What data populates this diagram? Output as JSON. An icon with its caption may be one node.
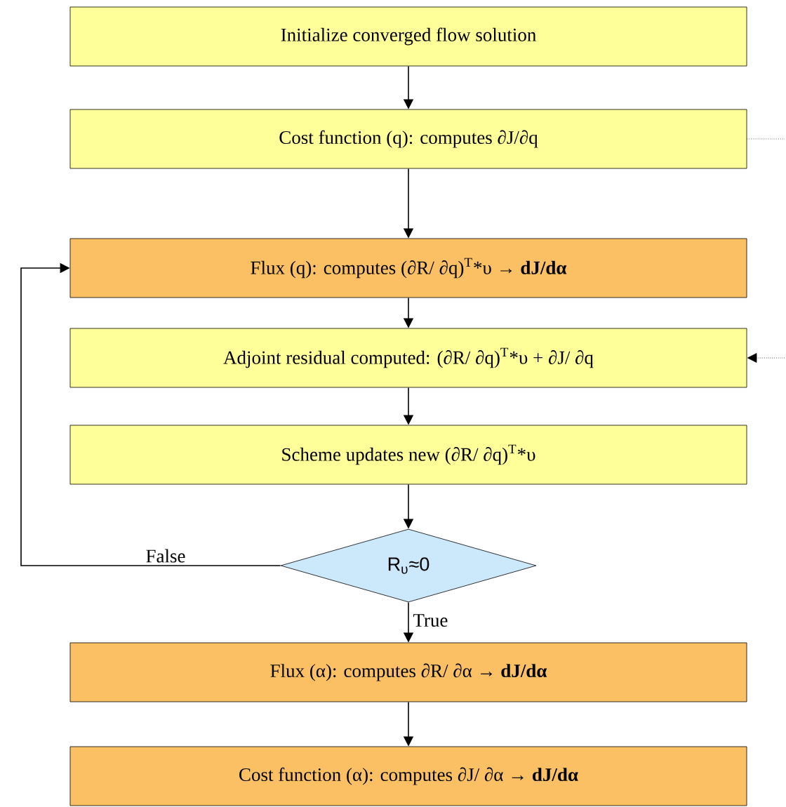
{
  "diagram": {
    "nodes": [
      {
        "text": [
          "Initialize converged flow solution"
        ]
      },
      {
        "text": [
          "Cost function (q): computes ∂J/∂q"
        ]
      },
      {
        "text": [
          "Flux (q): computes (∂R/ ∂q)$^{T}$*υ → **dJ/dα**"
        ]
      },
      {
        "text": [
          "Adjoint residual computed: (∂R/ ∂q)$^{T}$*υ + ∂J/ ∂q"
        ]
      },
      {
        "text": [
          "Scheme updates new (∂R/ ∂q)$^{T}$*υ"
        ]
      },
      {
        "text": [
          "R$_{υ}$≈0"
        ]
      },
      {
        "text": [
          "Flux (α): computes ∂R/ ∂α → **dJ/dα**"
        ]
      },
      {
        "text": [
          "Cost function (α): computes ∂J/ ∂α → **dJ/dα**"
        ]
      }
    ],
    "edges": [
      {
        "from": 0,
        "to": 1,
        "arrow": "to"
      },
      {
        "from": 1,
        "to": 2,
        "arrow": "to"
      },
      {
        "from": 2,
        "to": 3,
        "arrow": "to"
      },
      {
        "from": 3,
        "to": 4,
        "arrow": "to"
      },
      {
        "from": 4,
        "to": 5,
        "arrow": "to"
      },
      {
        "from": 5,
        "to": 2,
        "arrow": "to",
        "label": "False"
      },
      {
        "from": 5,
        "to": 6,
        "arrow": "to",
        "label": "True"
      },
      {
        "from": 6,
        "to": 7,
        "arrow": "to"
      },
      {
        "from": 1,
        "to": null,
        "arrow": "none",
        "style": "dashed"
      },
      {
        "from": null,
        "to": 3,
        "arrow": "to",
        "style": "dashed"
      }
    ]
  }
}
